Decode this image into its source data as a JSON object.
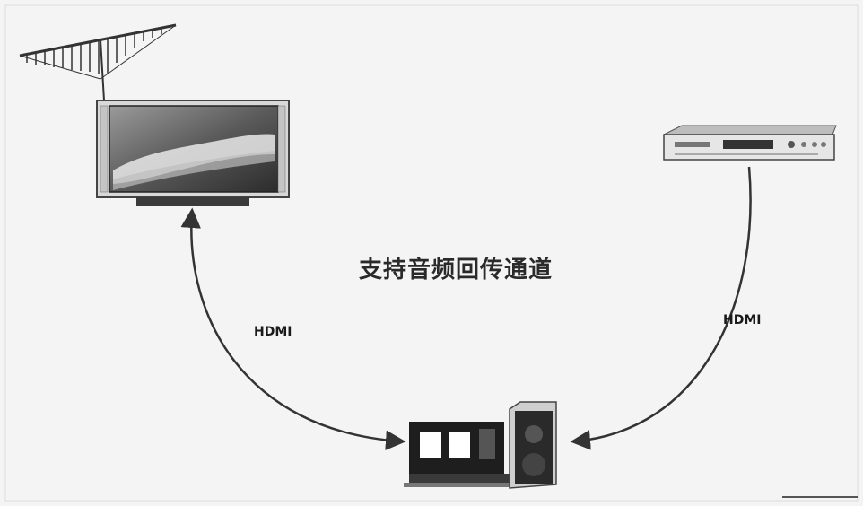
{
  "diagram": {
    "caption": "支持音频回传通道",
    "left_link_label": "HDMI",
    "right_link_label": "HDMI",
    "nodes": [
      "antenna",
      "television",
      "dvd-player",
      "home-theater-system"
    ]
  }
}
